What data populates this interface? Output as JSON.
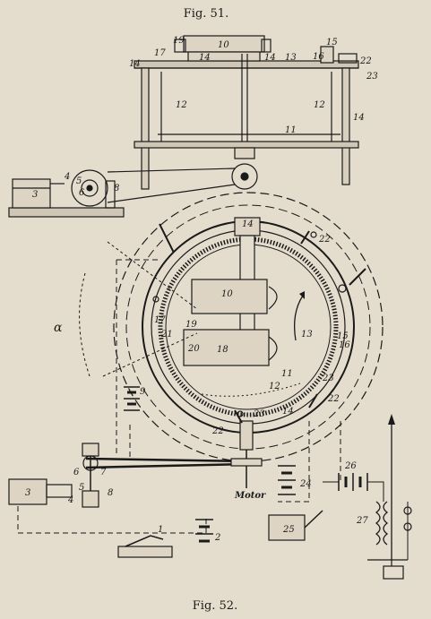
{
  "figure_top": {
    "caption": "Fig. 51.",
    "labels": {
      "l3": "3",
      "l4": "4",
      "l5": "5",
      "l6": "6",
      "l8": "8",
      "l10": "10",
      "l11": "11",
      "l12a": "12",
      "l12b": "12",
      "l13": "13",
      "l14a": "14",
      "l14b": "14",
      "l14c": "14",
      "l14d": "14",
      "l15": "15",
      "l16": "16",
      "l17": "17",
      "l19": "19",
      "l22": "22",
      "l23": "23"
    }
  },
  "figure_bottom": {
    "caption": "Fig. 52.",
    "labels": {
      "l1": "1",
      "l2": "2",
      "l3": "3",
      "l4": "4",
      "l5": "5",
      "l6": "6",
      "l7": "7",
      "l8": "8",
      "l9": "9",
      "l10": "10",
      "l11": "11",
      "l12": "12",
      "l13": "13",
      "l14a": "14",
      "l14b": "14",
      "l15": "15",
      "l16": "16",
      "l17": "17",
      "l18": "18",
      "l19": "19",
      "l20": "20",
      "l21": "21",
      "l22a": "22",
      "l22b": "22",
      "l22c": "22",
      "l23a": "23",
      "l23b": "23",
      "l24": "24",
      "l25": "25",
      "l26": "26",
      "l27": "27",
      "alpha": "α",
      "motor": "Motor"
    }
  }
}
